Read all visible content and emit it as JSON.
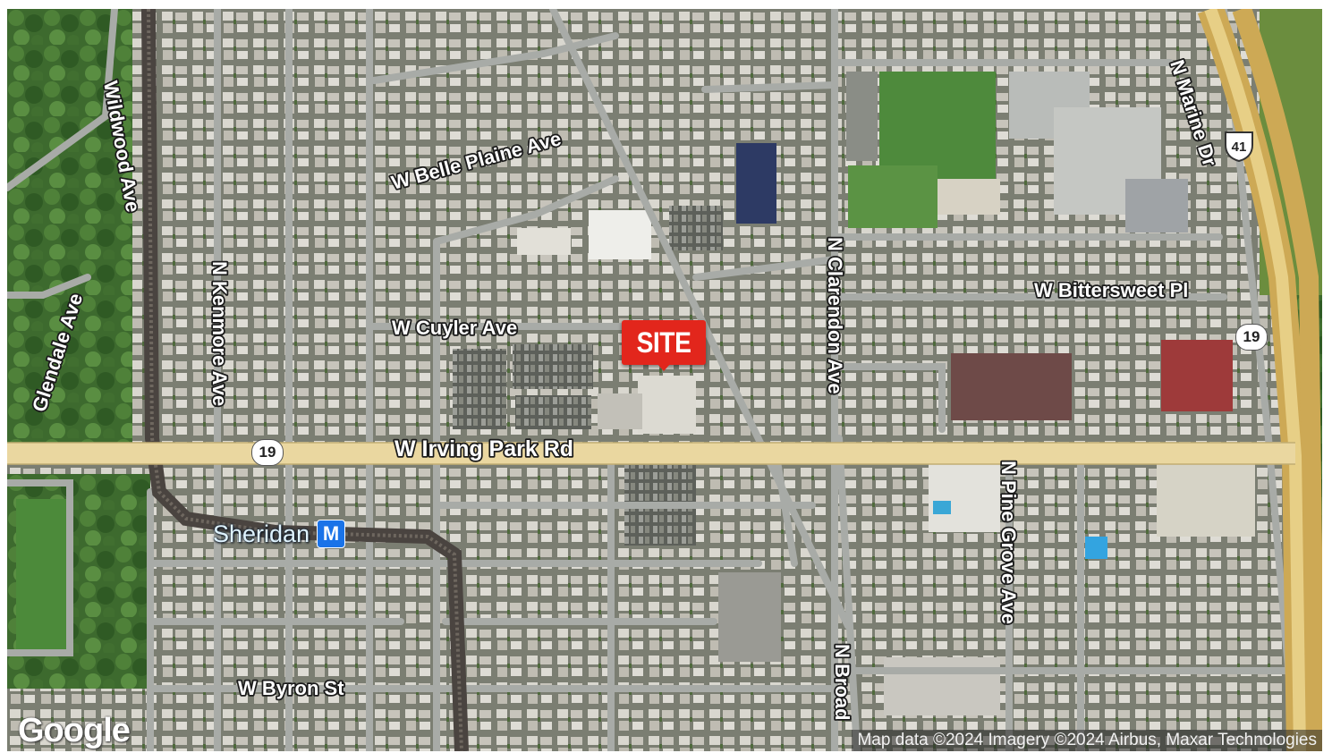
{
  "map": {
    "streets": {
      "wildwood": "Wildwood Ave",
      "glendale": "Glendale Ave",
      "kenmore": "N Kenmore Ave",
      "belle_plaine": "W Belle Plaine Ave",
      "cuyler": "W Cuyler Ave",
      "clarendon": "N Clarendon Ave",
      "bittersweet": "W Bittersweet Pl",
      "marine": "N Marine Dr",
      "irving_park": "W Irving Park Rd",
      "pine_grove": "N Pine Grove Ave",
      "broadway": "N Broad",
      "byron": "W Byron St"
    },
    "route_shields": {
      "west": "19",
      "east": "19",
      "us": "41"
    },
    "site_marker": "SITE",
    "station": {
      "name": "Sheridan",
      "icon": "M"
    },
    "logo": "Google",
    "attribution": "Map data ©2024 Imagery ©2024 Airbus, Maxar Technologies"
  },
  "colors": {
    "site_red": "#e2261c",
    "arterial_road": "#e8d49a",
    "expressway": "#d9bb63",
    "metro_blue": "#1a73e8",
    "park_green": "#3f7d35"
  }
}
